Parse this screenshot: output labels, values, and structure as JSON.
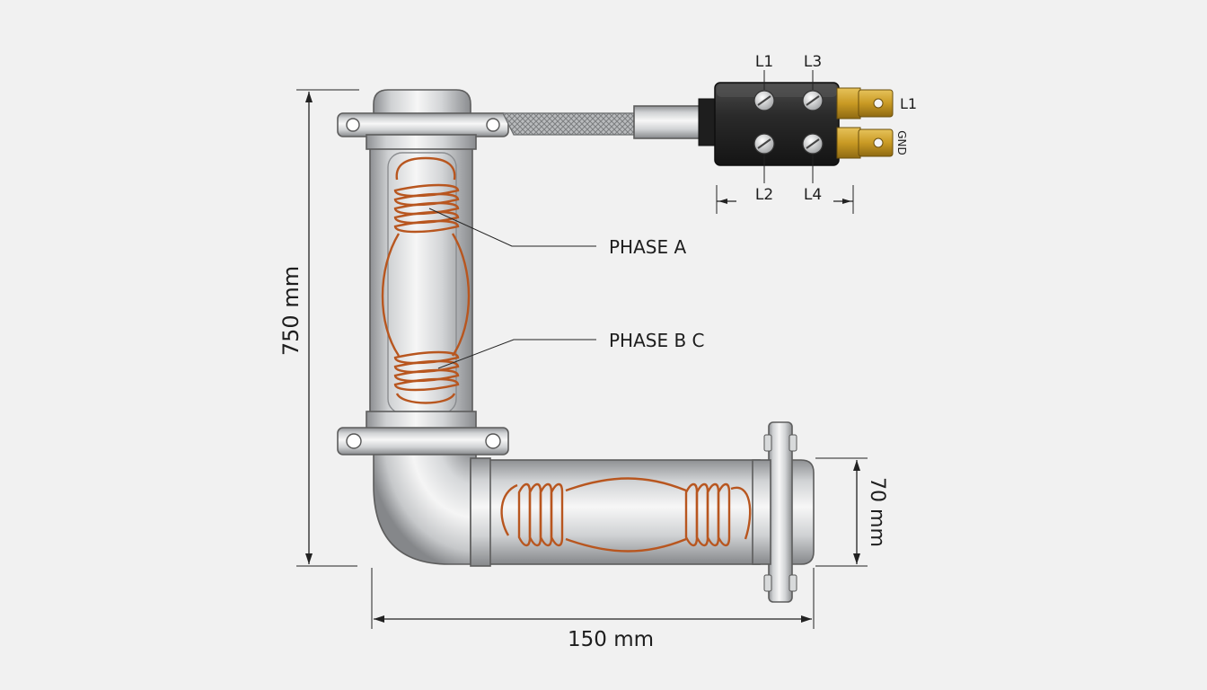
{
  "diagram": {
    "callouts": {
      "phase_a": "PHASE A",
      "phase_bc": "PHASE B C"
    },
    "dimensions": {
      "height": "750 mm",
      "width": "150 mm",
      "diameter": "70 mm"
    },
    "terminal_block": {
      "top_labels": [
        "L1",
        "L3"
      ],
      "bottom_labels": [
        "L2",
        "L4"
      ],
      "lug_labels": [
        "L1",
        "GND"
      ]
    }
  },
  "colors": {
    "background": "#f1f1f1",
    "steel": "#c9cbcd",
    "copper_coil": "#b8561f",
    "terminal_body": "#2b2b2b",
    "brass_lug": "#c99a24"
  }
}
